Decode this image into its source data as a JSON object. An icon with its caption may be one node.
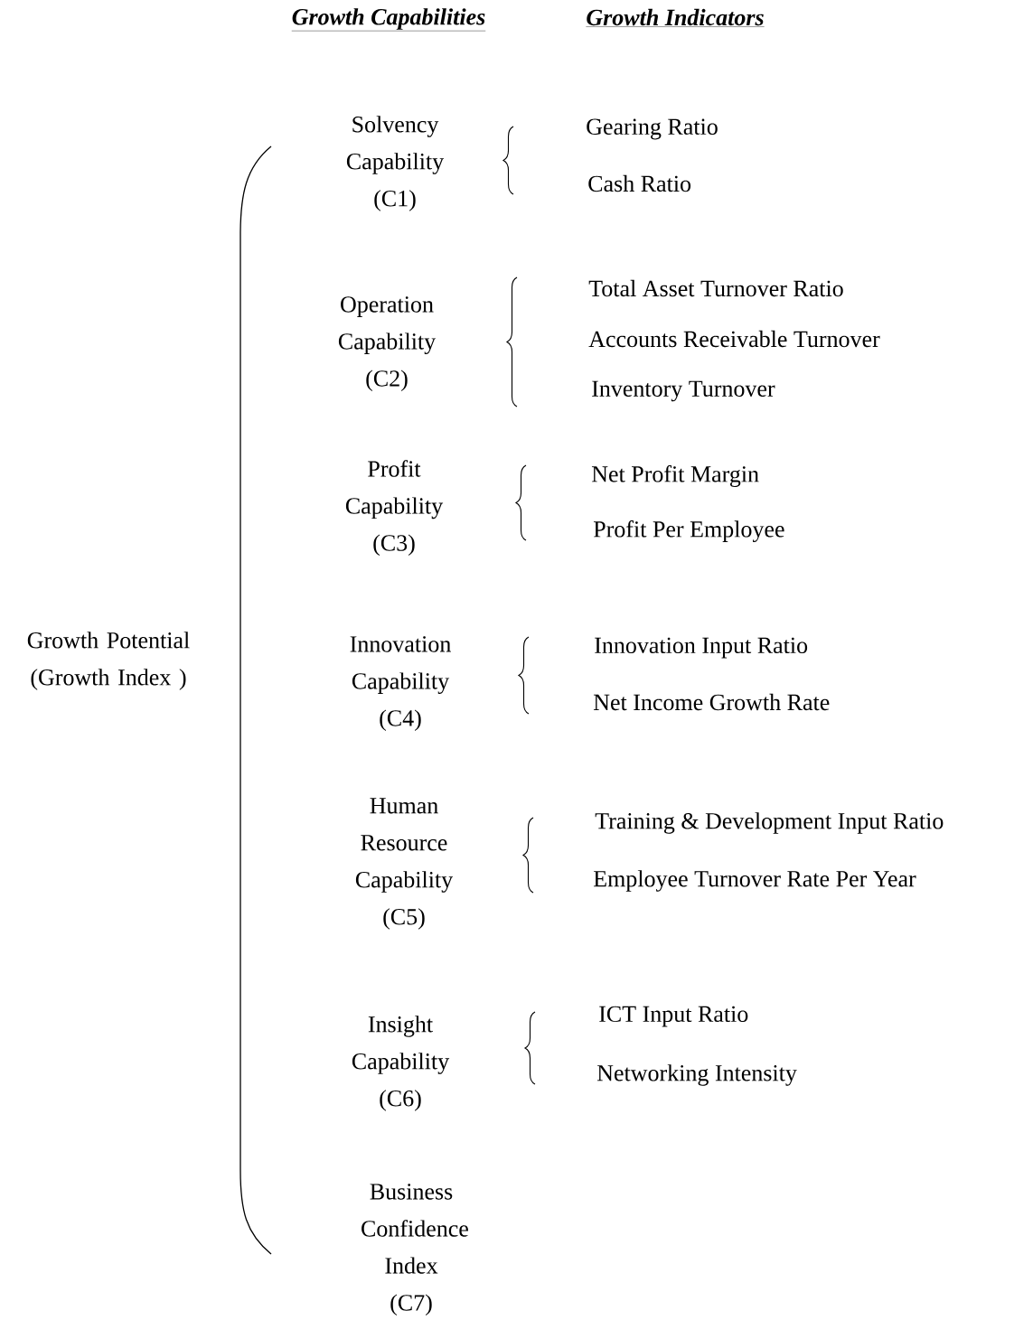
{
  "diagram": {
    "labels": [
      "Growth Capabilities",
      "Growth Indicators",
      "Growth Potential (Growth Index )",
      "Solvency Capability (C1)",
      "Gearing Ratio",
      "Cash Ratio",
      "Operation Capability (C2)",
      "Total Asset Turnover Ratio",
      "Accounts Receivable Turnover",
      "Inventory Turnover",
      "Profit Capability (C3)",
      "Net Profit Margin",
      "Profit Per Employee",
      "Innovation Capability (C4)",
      "Innovation Input Ratio",
      "Net Income Growth Rate",
      "Human Resource Capability (C5)",
      "Training & Development Input Ratio",
      "Employee Turnover Rate Per Year",
      "Insight Capability (C6)",
      "ICT Input Ratio",
      "Networking Intensity",
      "Business Confidence Index (C7)"
    ]
  }
}
